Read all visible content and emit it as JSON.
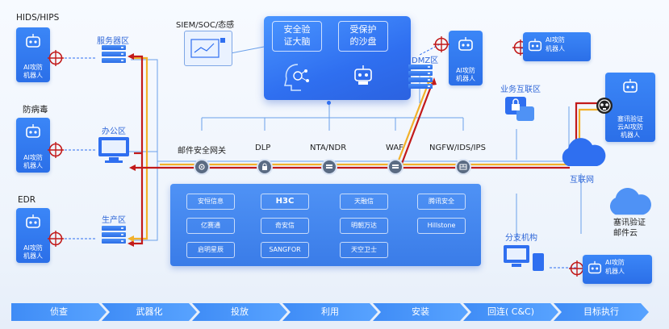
{
  "left_column": {
    "hids_label": "HIDS/HIPS",
    "antivirus_label": "防病毒",
    "edr_label": "EDR"
  },
  "robot_label": "AI攻防\n机器人",
  "zones": {
    "server_zone": "服务器区",
    "office_zone": "办公区",
    "production_zone": "生产区",
    "dmz_zone": "DMZ区",
    "business_internet_zone": "业务互联区",
    "branch": "分支机构"
  },
  "siem": {
    "label": "SIEM/SOC/态感"
  },
  "brain": {
    "box_left": "安全验\n证大脑",
    "box_right": "受保护\n的沙盘"
  },
  "security_nodes": [
    {
      "label": "邮件安全网关",
      "icon": "gear-icon"
    },
    {
      "label": "DLP",
      "icon": "lock-icon"
    },
    {
      "label": "NTA/NDR",
      "icon": "rack-icon"
    },
    {
      "label": "WAF",
      "icon": "rack-icon"
    },
    {
      "label": "NGFW/IDS/IPS",
      "icon": "firewall-icon"
    }
  ],
  "vendors": [
    [
      "安恒信息",
      "H3C",
      "天融信",
      "腾讯安全"
    ],
    [
      "亿赛通",
      "奇安信",
      "明朝万达",
      "Hillstone"
    ],
    [
      "启明星辰",
      "SANGFOR",
      "天空卫士"
    ]
  ],
  "internet": {
    "label": "互联网"
  },
  "right_robots": {
    "top": "AI攻防\n机器人",
    "mid": "塞讯验证\n云AI攻防\n机器人",
    "bottom": "AI攻防\n机器人"
  },
  "mail_cloud": {
    "label": "塞讯验证\n邮件云"
  },
  "kill_chain": [
    "侦查",
    "武器化",
    "投放",
    "利用",
    "安装",
    "回连( C&C)",
    "目标执行"
  ],
  "colors": {
    "accent": "#2f6ff0",
    "attack_red": "#c21a1a",
    "attack_yellow": "#f2b12a",
    "line_blue": "#6aa0ea"
  }
}
